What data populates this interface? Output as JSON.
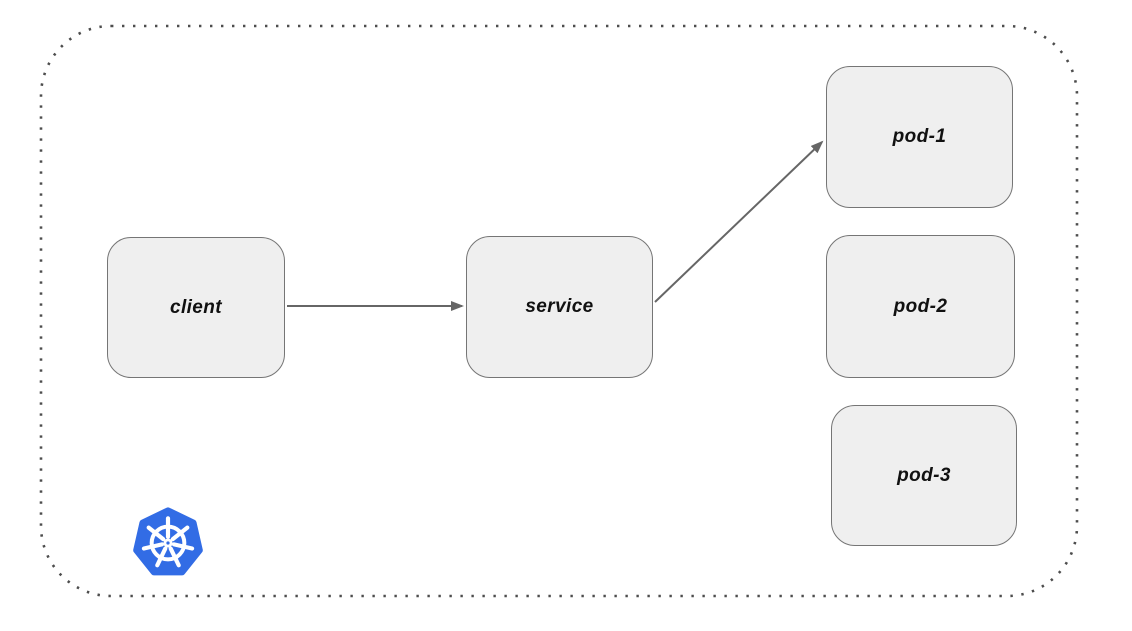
{
  "diagram": {
    "type": "kubernetes-service-routing",
    "nodes": {
      "client": {
        "label": "client"
      },
      "service": {
        "label": "service"
      },
      "pod1": {
        "label": "pod-1"
      },
      "pod2": {
        "label": "pod-2"
      },
      "pod3": {
        "label": "pod-3"
      }
    },
    "edges": [
      {
        "from": "client",
        "to": "service",
        "style": "arrow"
      },
      {
        "from": "service",
        "to": "pod-1",
        "style": "arrow"
      }
    ],
    "boundary": {
      "style": "dotted-rounded-rectangle"
    },
    "icons": {
      "kubernetes": "kubernetes-helm-heptagon-logo"
    },
    "colors": {
      "background": "#ffffff",
      "node_fill": "#efefef",
      "node_border": "#757575",
      "label_text": "#111111",
      "arrow": "#666666",
      "boundary_dots": "#4d4d4d",
      "kubernetes_blue": "#326CE5",
      "kubernetes_wheel": "#ffffff"
    }
  }
}
